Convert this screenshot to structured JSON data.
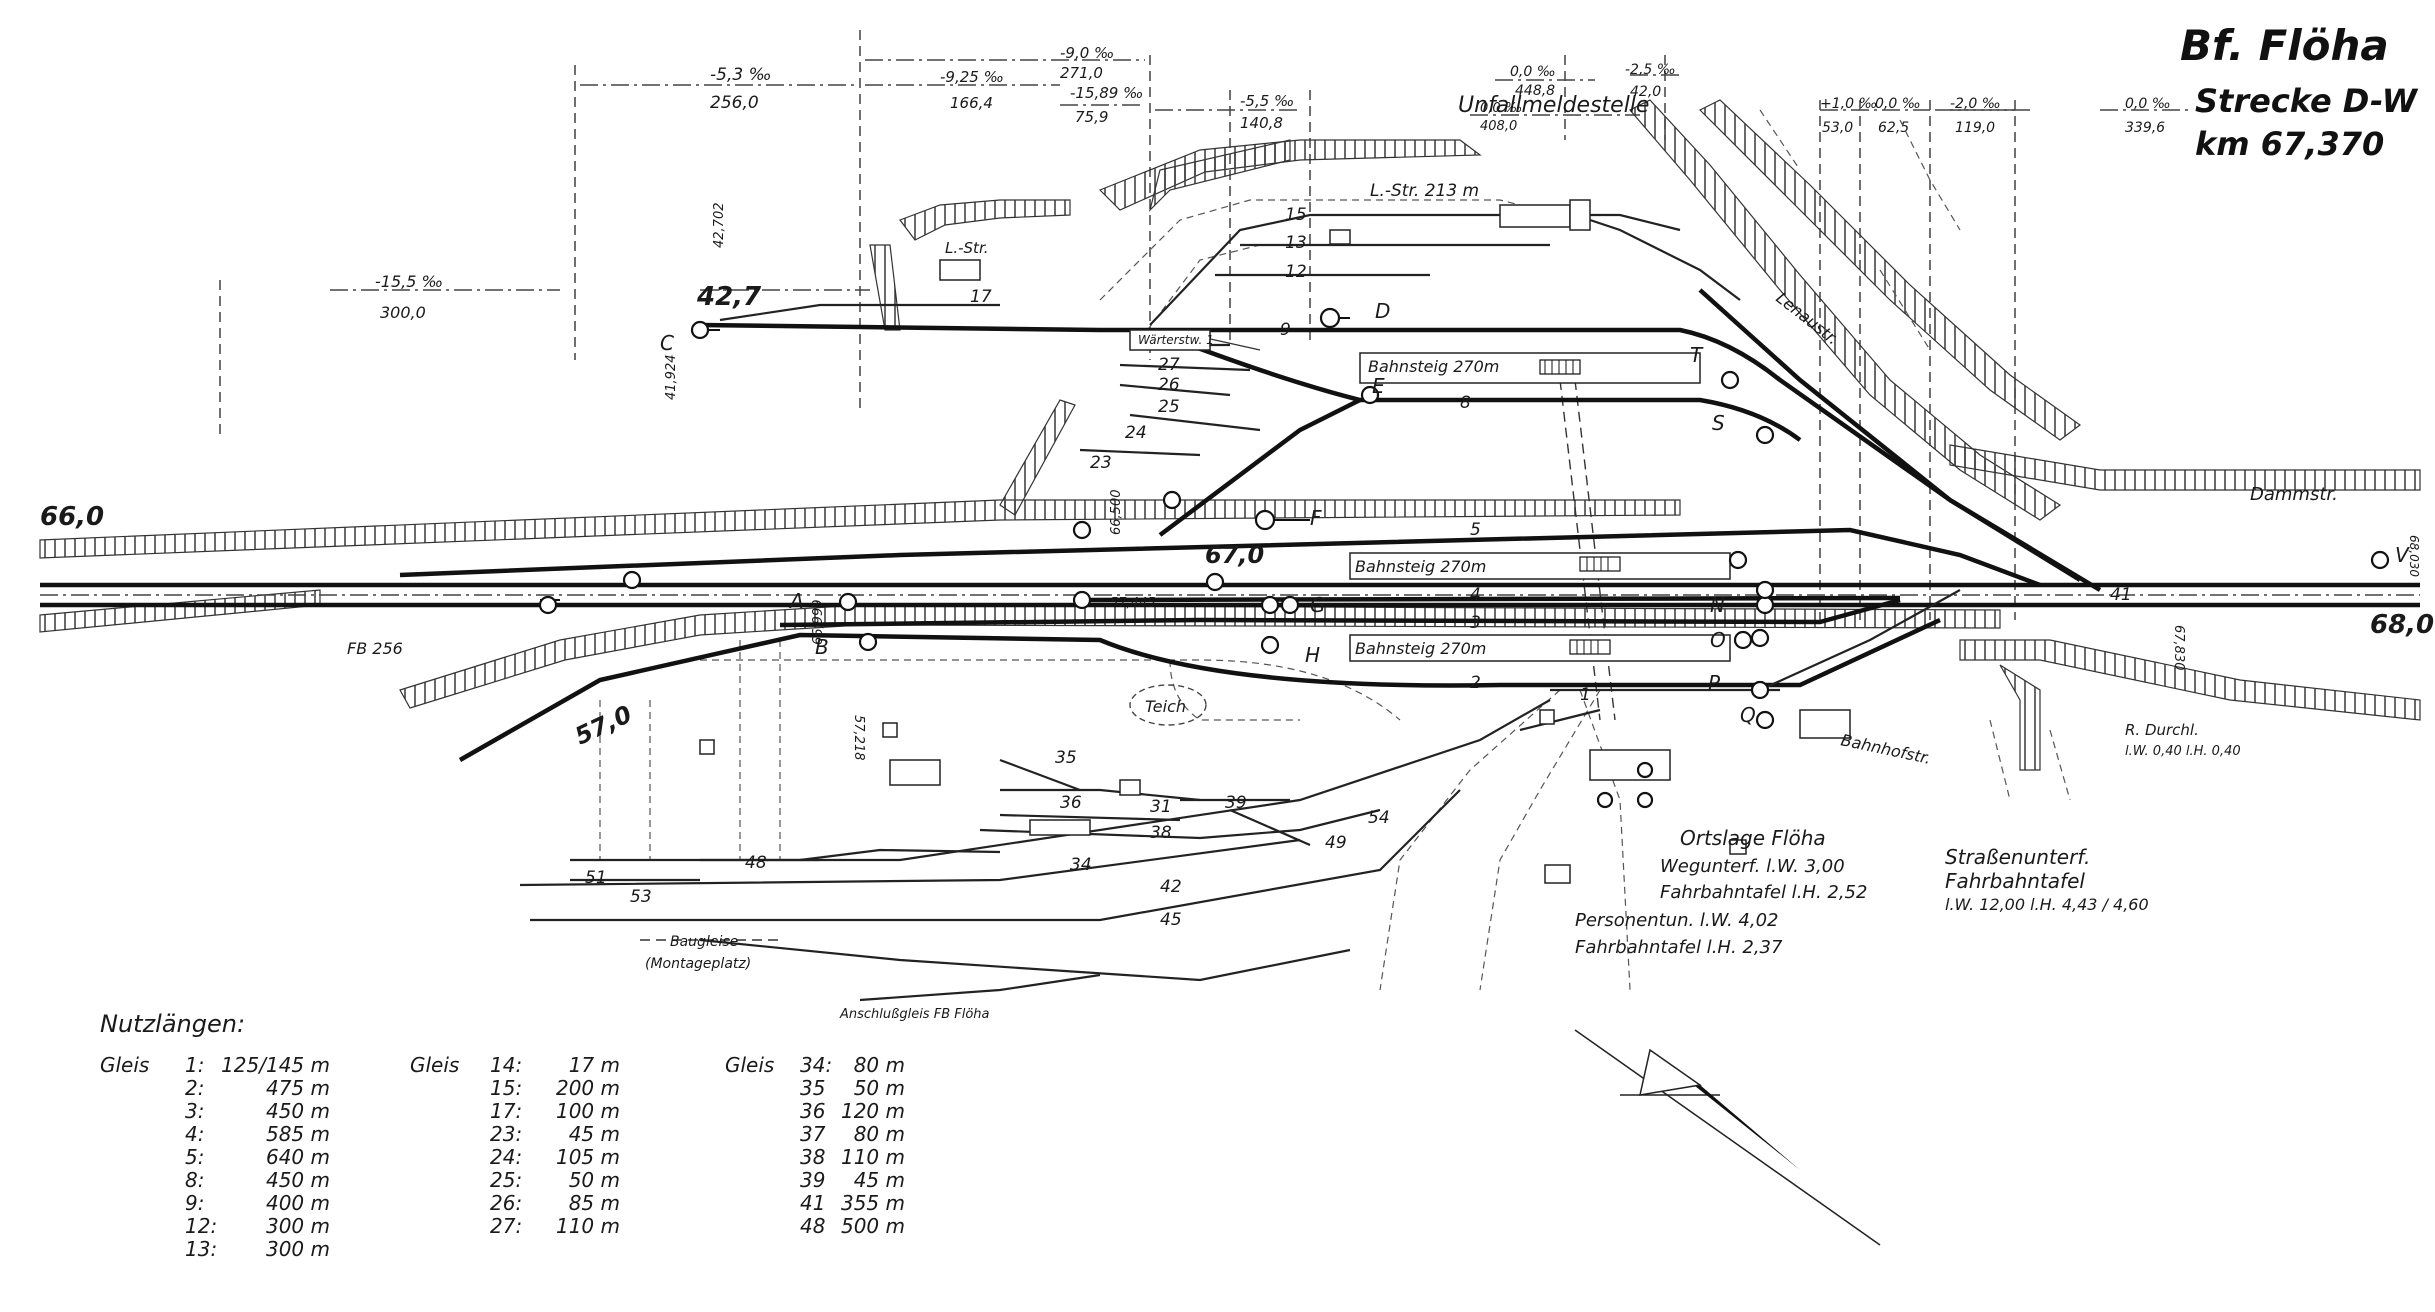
{
  "title": {
    "station": "Bf. Flöha",
    "line": "Strecke D-W",
    "km": "km 67,370"
  },
  "gradients": [
    {
      "grade": "-5,3 ‰",
      "km": "256,0"
    },
    {
      "grade": "-9,0 ‰",
      "km": "271,0"
    },
    {
      "grade": "-9,25 ‰",
      "km": "166,4"
    },
    {
      "grade": "-15,89 ‰",
      "km": "75,9"
    },
    {
      "grade": "-5,5 ‰",
      "km": "140,8"
    },
    {
      "grade": "0,0 ‰",
      "km": "448,8"
    },
    {
      "grade": "0,0 ‰",
      "km": "408,0"
    },
    {
      "grade": "-2,5 ‰",
      "km": "42,0"
    },
    {
      "grade": "+1,0 ‰",
      "km": "53,0"
    },
    {
      "grade": "0,0 ‰",
      "km": "62,5"
    },
    {
      "grade": "-2,0 ‰",
      "km": "119,0"
    },
    {
      "grade": "0,0 ‰",
      "km": "339,6"
    },
    {
      "grade": "-15,5 ‰",
      "km": "300,0"
    }
  ],
  "place_labels": {
    "unfallmeldestelle": "Unfallmeldestelle",
    "l_str_213": "L.-Str. 213 m",
    "l_str": "L.-Str.",
    "lenaustr": "Lenaustr.",
    "dammstr": "Dammstr.",
    "bahnhofstr": "Bahnhofstr.",
    "teich": "Teich",
    "bahnsteig_1": "Bahnsteig 270m",
    "bahnsteig_2": "Bahnsteig 270m",
    "bahnsteig_3": "Bahnsteig 270m",
    "stellwerk": "Wärterstw. 1",
    "baugleise": "Baugleise",
    "montageplatz": "(Montageplatz)",
    "anschlussgleis": "Anschlußgleis FB Flöha",
    "ortslage": "Ortslage Flöha",
    "wegunterf": "Wegunterf.  l.W. 3,00",
    "fahrbahntafel1": "Fahrbahntafel  l.H. 2,52",
    "personentun": "Personentun.  l.W. 4,02",
    "fahrbahntafel2": "Fahrbahntafel  l.H. 2,37",
    "strassenunterf": "Straßenunterf.",
    "fahrbahntafel3": "Fahrbahntafel",
    "fahrbahntafel3_dims": "l.W. 12,00  l.H. 4,43 / 4,60",
    "r_durchl": "R. Durchl.",
    "r_durchl_dims": "l.W. 0,40  l.H. 0,40",
    "fb": "FB 256",
    "km_660": "66,0",
    "km_670": "67,0",
    "km_680": "68,0",
    "km_570": "57,0",
    "km_68030": "68,030",
    "km_427": "42,7",
    "km_42702": "42,702",
    "km_41924": "41,924",
    "km_66500": "66,500",
    "km_57445": "57,445",
    "km_66999": "66,999",
    "km_57218": "57,218",
    "km_67830": "67,830"
  },
  "signal_letters": [
    "A",
    "B",
    "C",
    "D",
    "E",
    "F",
    "G",
    "H",
    "N",
    "O",
    "P",
    "Q",
    "S",
    "T",
    "V"
  ],
  "track_numbers": [
    "1",
    "2",
    "3",
    "4",
    "5",
    "8",
    "9",
    "12",
    "13",
    "15",
    "17",
    "23",
    "24",
    "25",
    "26",
    "27",
    "31",
    "34",
    "35",
    "36",
    "38",
    "39",
    "41",
    "42",
    "45",
    "48",
    "49",
    "51",
    "53",
    "54"
  ],
  "table": {
    "heading": "Nutzlängen:",
    "col1_prefix": "Gleis",
    "col1": [
      {
        "gleis": "1:",
        "len": "125/145 m"
      },
      {
        "gleis": "2:",
        "len": "475 m"
      },
      {
        "gleis": "3:",
        "len": "450 m"
      },
      {
        "gleis": "4:",
        "len": "585 m"
      },
      {
        "gleis": "5:",
        "len": "640 m"
      },
      {
        "gleis": "8:",
        "len": "450 m"
      },
      {
        "gleis": "9:",
        "len": "400 m"
      },
      {
        "gleis": "12:",
        "len": "300 m"
      },
      {
        "gleis": "13:",
        "len": "300 m"
      }
    ],
    "col2": [
      {
        "gleis": "14:",
        "len": "17 m"
      },
      {
        "gleis": "15:",
        "len": "200 m"
      },
      {
        "gleis": "17:",
        "len": "100 m"
      },
      {
        "gleis": "23:",
        "len": "45 m"
      },
      {
        "gleis": "24:",
        "len": "105 m"
      },
      {
        "gleis": "25:",
        "len": "50 m"
      },
      {
        "gleis": "26:",
        "len": "85 m"
      },
      {
        "gleis": "27:",
        "len": "110 m"
      }
    ],
    "col3": [
      {
        "gleis": "34:",
        "len": "80 m"
      },
      {
        "gleis": "35",
        "len": "50 m"
      },
      {
        "gleis": "36",
        "len": "120 m"
      },
      {
        "gleis": "37",
        "len": "80 m"
      },
      {
        "gleis": "38",
        "len": "110 m"
      },
      {
        "gleis": "39",
        "len": "45 m"
      },
      {
        "gleis": "41",
        "len": "355 m"
      },
      {
        "gleis": "48",
        "len": "500 m"
      }
    ]
  }
}
